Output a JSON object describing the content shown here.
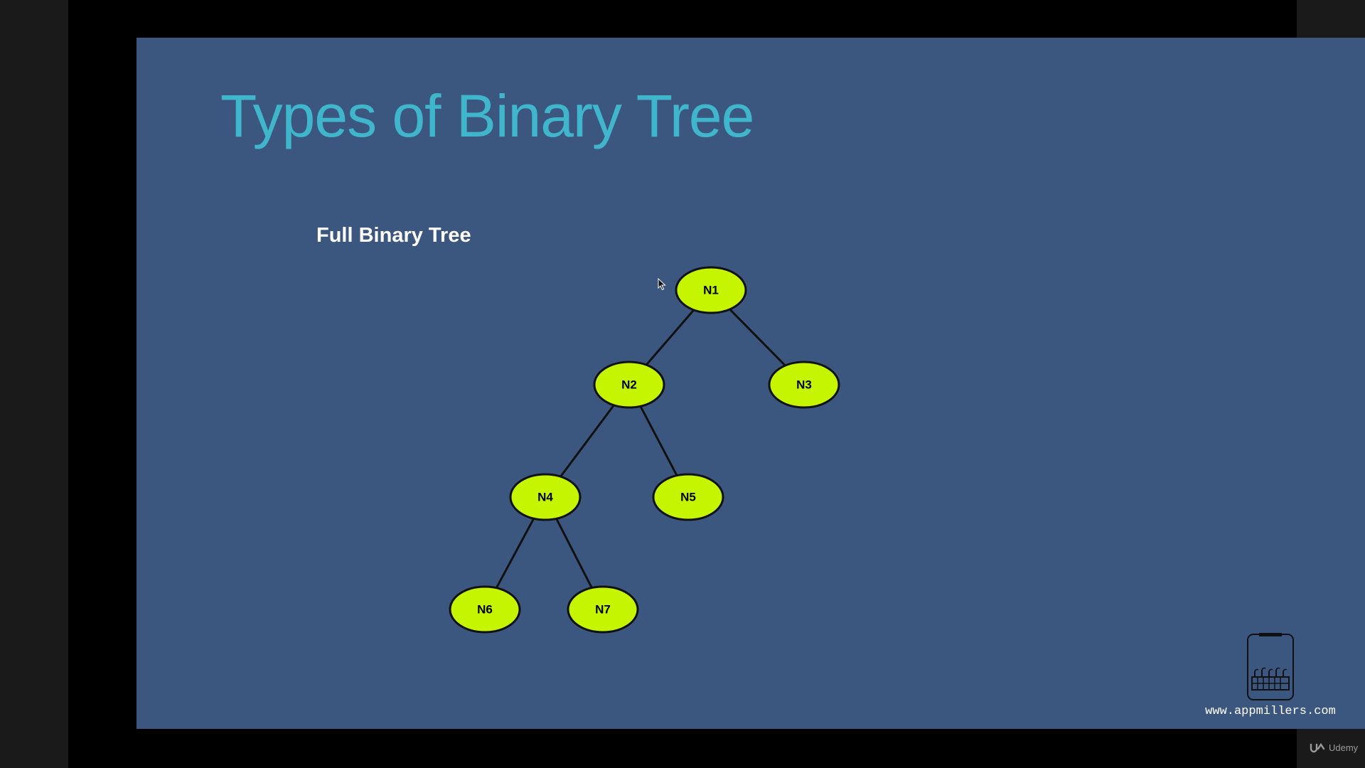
{
  "slide": {
    "title": "Types of Binary Tree",
    "subtitle": "Full Binary Tree"
  },
  "diagram": {
    "type": "binary-tree",
    "nodes": [
      {
        "id": "N1",
        "label": "N1"
      },
      {
        "id": "N2",
        "label": "N2"
      },
      {
        "id": "N3",
        "label": "N3"
      },
      {
        "id": "N4",
        "label": "N4"
      },
      {
        "id": "N5",
        "label": "N5"
      },
      {
        "id": "N6",
        "label": "N6"
      },
      {
        "id": "N7",
        "label": "N7"
      }
    ],
    "edges": [
      {
        "from": "N1",
        "to": "N2"
      },
      {
        "from": "N1",
        "to": "N3"
      },
      {
        "from": "N2",
        "to": "N4"
      },
      {
        "from": "N2",
        "to": "N5"
      },
      {
        "from": "N4",
        "to": "N6"
      },
      {
        "from": "N4",
        "to": "N7"
      }
    ],
    "colors": {
      "node_fill": "#c6f500",
      "node_stroke": "#111111",
      "edge": "#111111"
    }
  },
  "branding": {
    "website": "www.appmillers.com",
    "logo_icon": "factory-phone-icon",
    "player_brand": "Udemy"
  },
  "colors": {
    "slide_background": "#3c577f",
    "title": "#3fb6cc",
    "heading": "#ffffff"
  }
}
